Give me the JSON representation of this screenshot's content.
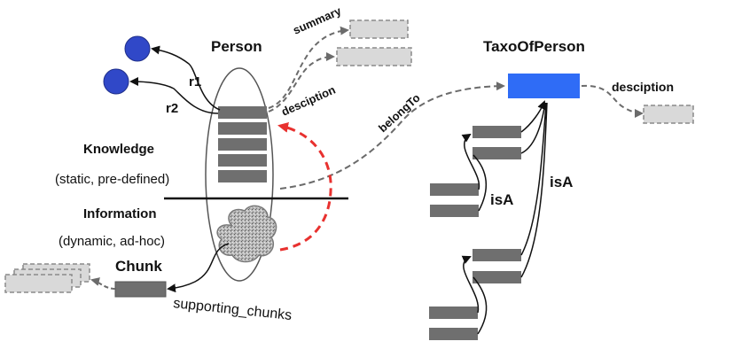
{
  "labels": {
    "person": "Person",
    "taxo": "TaxoOfPerson",
    "summary": "summary",
    "desciption_left": "desciption",
    "desciption_right": "desciption",
    "r1": "r1",
    "r2": "r2",
    "belongs_to": "belongTo",
    "knowledge": "Knowledge",
    "knowledge_sub": "(static, pre-defined)",
    "information": "Information",
    "information_sub": "(dynamic, ad-hoc)",
    "chunk": "Chunk",
    "supporting_chunks": "supporting_chunks",
    "isa_inner": "isA",
    "isa_outer": "isA"
  },
  "colors": {
    "node_blue": "#3048c8",
    "taxo_blue": "#2f6cf6",
    "bar_gray": "#6f6f6f",
    "ghost_fill": "#d9d9d9",
    "red_dash": "#e8312f",
    "line_gray": "#6b6b6b"
  },
  "icons": {
    "chunk_cloud": "noise-cloud-icon"
  }
}
